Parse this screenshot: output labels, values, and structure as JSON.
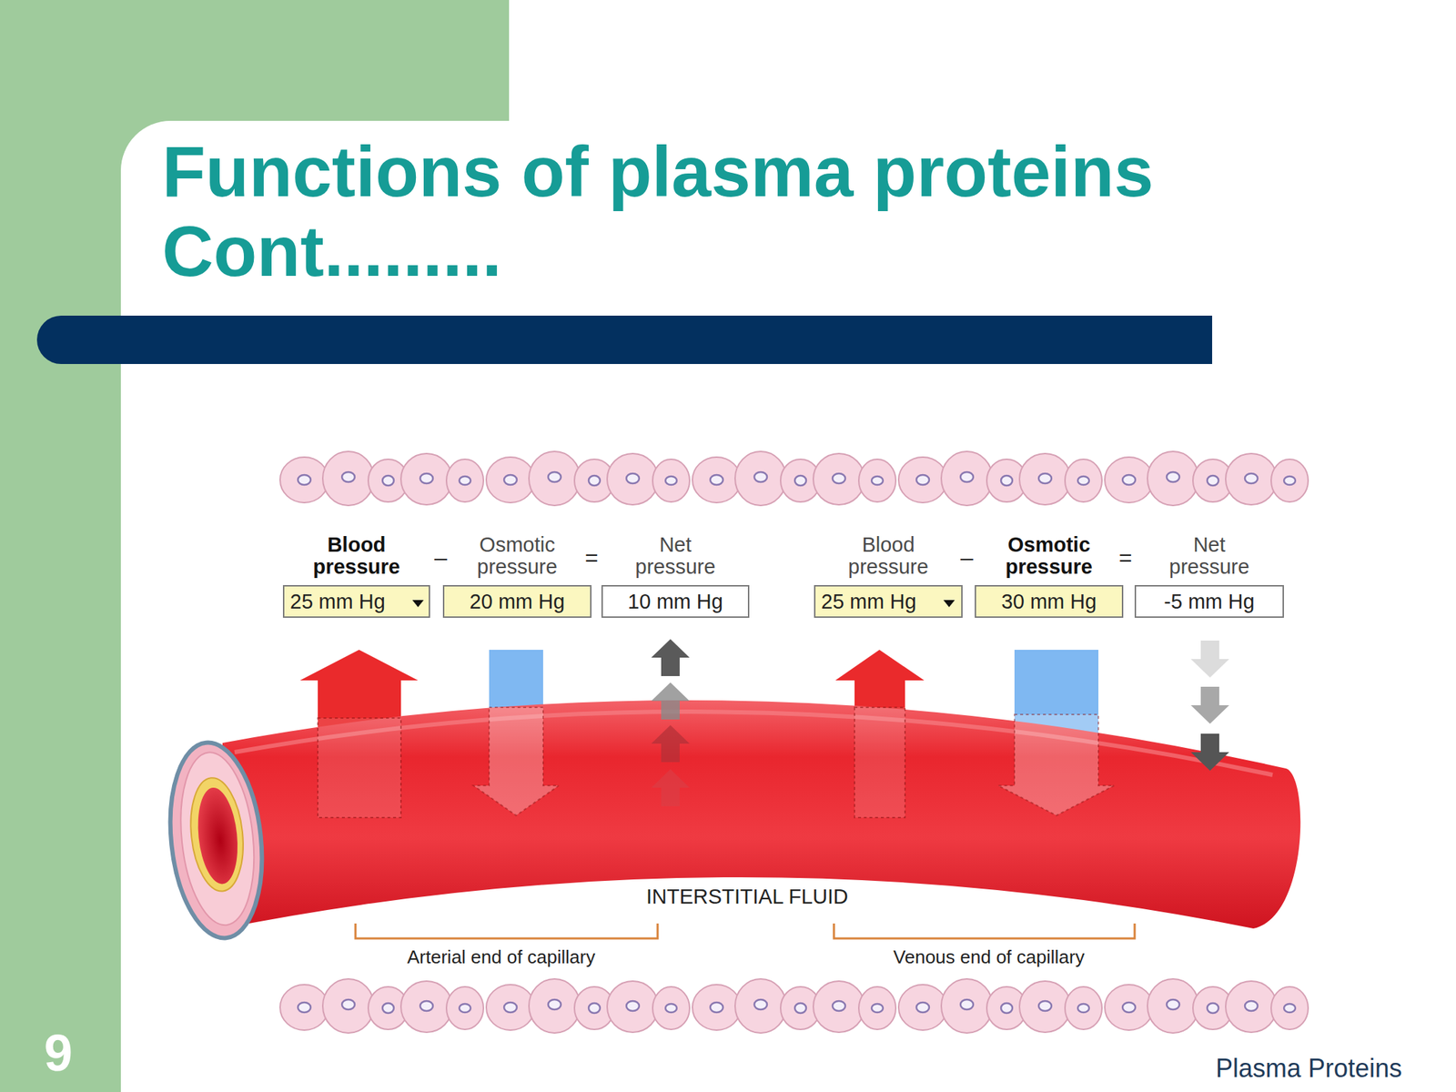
{
  "diagram": {
    "title": "Functions of plasma proteins Cont.........",
    "nodes": [
      {
        "text": [
          "Blood pressure",
          "25 mm Hg"
        ]
      },
      {
        "text": [
          "Osmotic pressure",
          "20 mm Hg"
        ]
      },
      {
        "text": [
          "Net pressure",
          "10 mm Hg"
        ]
      },
      {
        "text": [
          "Blood pressure",
          "25 mm Hg"
        ]
      },
      {
        "text": [
          "Osmotic pressure",
          "30 mm Hg"
        ]
      },
      {
        "text": [
          "Net pressure",
          "-5 mm Hg"
        ]
      }
    ],
    "labels": [
      "–",
      "=",
      "–",
      "=",
      "INTERSTITIAL FLUID",
      "Arterial end of capillary",
      "Venous end of capillary",
      "9",
      "Plasma Proteins"
    ]
  }
}
